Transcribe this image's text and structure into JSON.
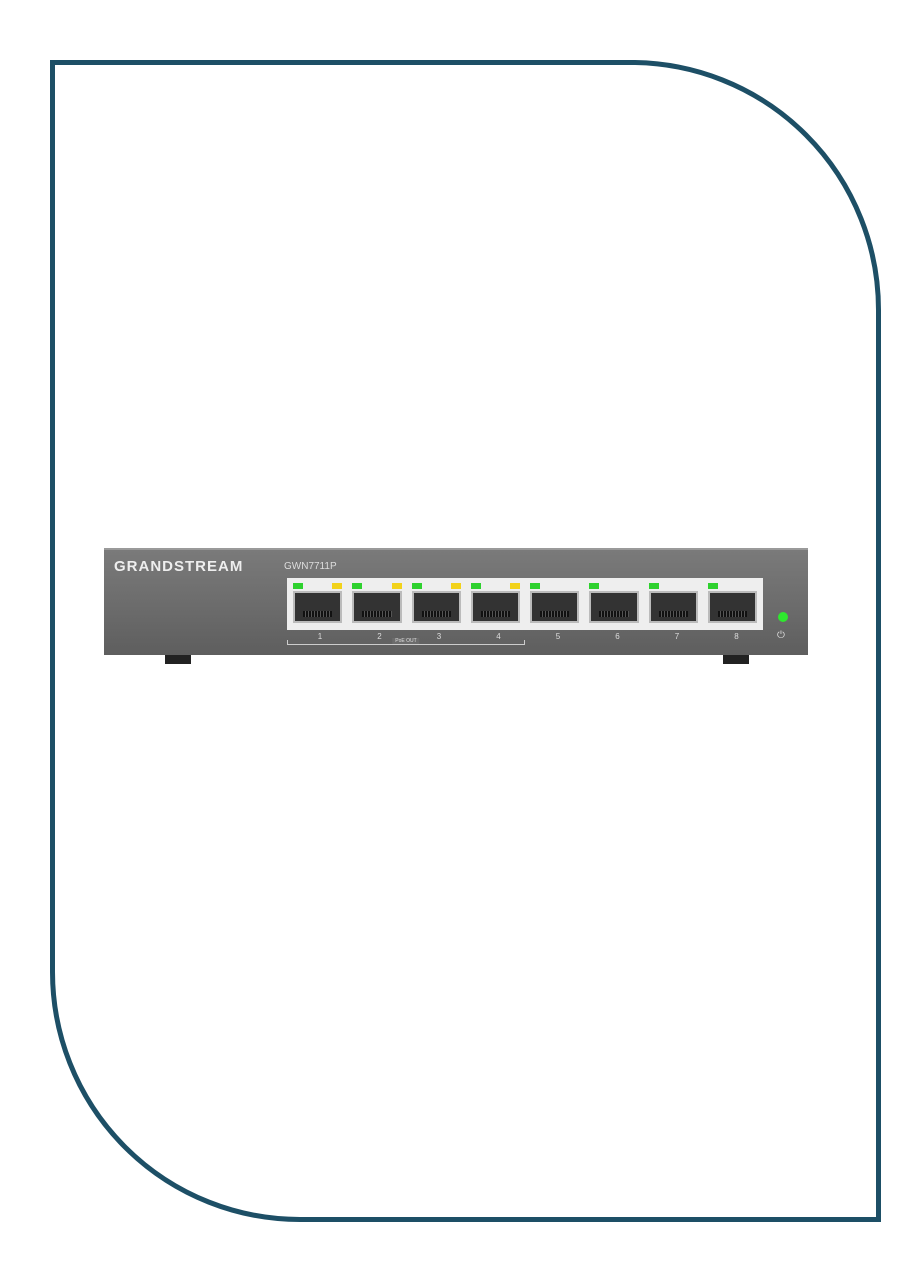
{
  "product": {
    "brand": "GRANDSTREAM",
    "model": "GWN7711P",
    "poe_label": "PoE OUT",
    "power_icon": "power-icon",
    "ports": [
      {
        "label": "1",
        "poe": true
      },
      {
        "label": "2",
        "poe": true
      },
      {
        "label": "3",
        "poe": true
      },
      {
        "label": "4",
        "poe": true
      },
      {
        "label": "5",
        "poe": false
      },
      {
        "label": "6",
        "poe": false
      },
      {
        "label": "7",
        "poe": false
      },
      {
        "label": "8",
        "poe": false
      }
    ]
  },
  "colors": {
    "frame": "#1d4f66",
    "link_led": "#2ed12e",
    "poe_led": "#f2d21a"
  }
}
